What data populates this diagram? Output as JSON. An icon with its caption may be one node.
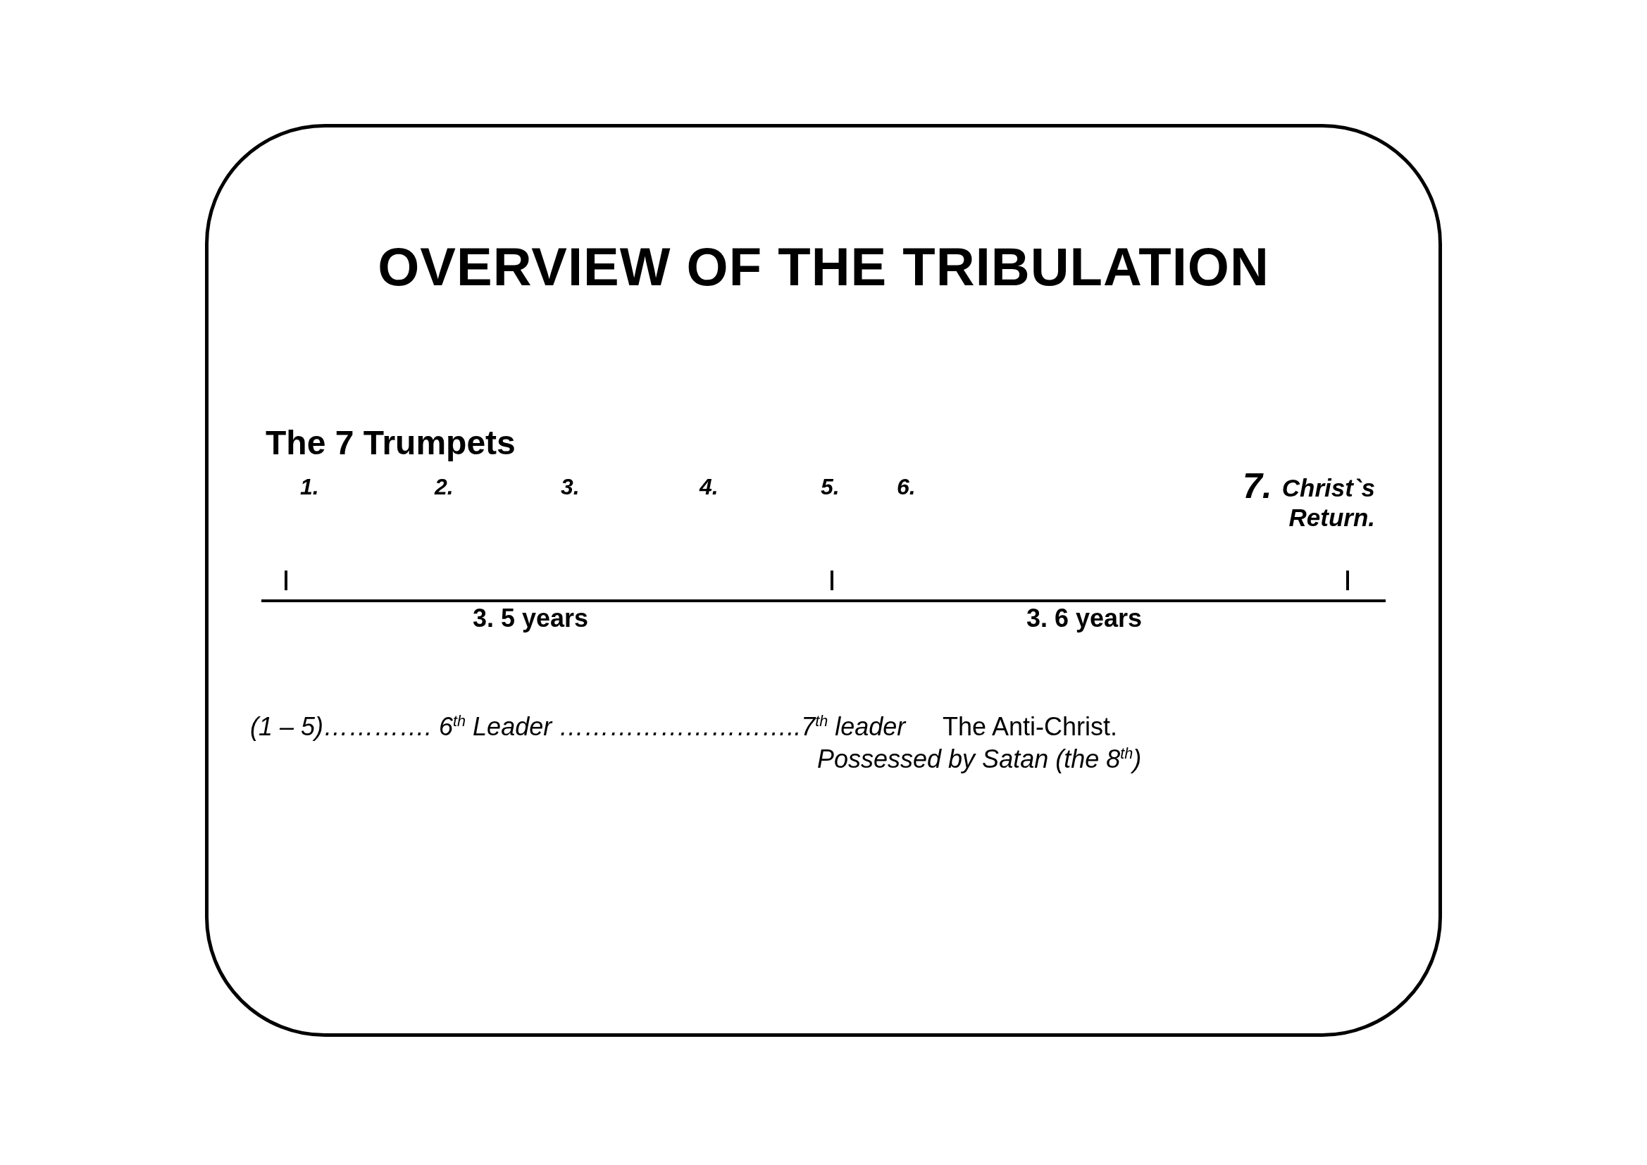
{
  "diagram": {
    "title": "OVERVIEW OF THE TRIBULATION",
    "labels": [
      "The 7 Trumpets",
      "1.",
      "2.",
      "3.",
      "4.",
      "5.",
      "6.",
      "7.",
      "Christ`s Return.",
      "3. 5 years",
      "3. 6 years",
      "(1 – 5)…………. 6$^{th}$ Leader ………………………..7$^{th}$ leader",
      "The Anti-Christ.",
      "Possessed by Satan (the 8$^{th}$)"
    ]
  }
}
